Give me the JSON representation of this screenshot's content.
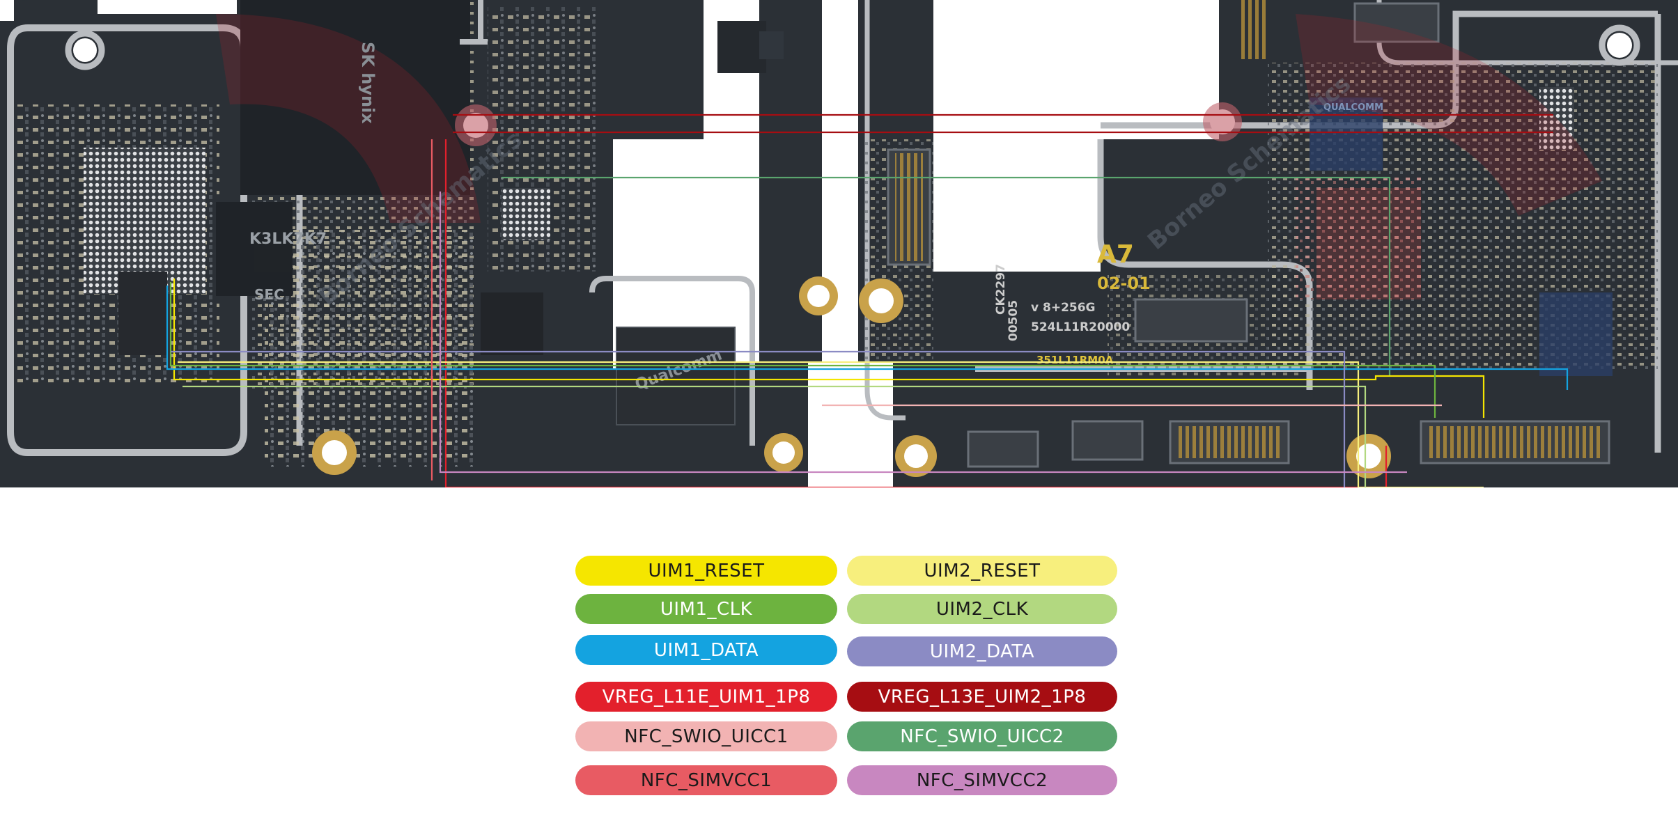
{
  "board": {
    "silkscreen": [
      {
        "text": "A7"
      },
      {
        "text": "02-01"
      },
      {
        "text": "351L11RM0A"
      },
      {
        "text": "524L11R20000"
      },
      {
        "text": "v 8+256G"
      },
      {
        "text": "CK2297"
      },
      {
        "text": "00505"
      },
      {
        "text": "K3LK7K7"
      },
      {
        "text": "SEC"
      },
      {
        "text": "SK hynix"
      },
      {
        "text": "Qualcomm"
      },
      {
        "text": "QUALCOMM"
      }
    ],
    "watermark": "Borneo Schematics",
    "colors": {
      "pcb": "#2b3036",
      "pcb_dark": "#1c2025",
      "metal": "#b9bcc0",
      "pad_gold": "#c9a24a",
      "component": "#3c4249",
      "watermark_red": "#b32028"
    }
  },
  "legend": [
    {
      "label": "UIM1_RESET",
      "bg": "#f5e600",
      "fg": "#1a1a1a"
    },
    {
      "label": "UIM2_RESET",
      "bg": "#f7ef7d",
      "fg": "#1a1a1a"
    },
    {
      "label": "UIM1_CLK",
      "bg": "#6db33f",
      "fg": "#ffffff"
    },
    {
      "label": "UIM2_CLK",
      "bg": "#b2d880",
      "fg": "#1a1a1a"
    },
    {
      "label": "UIM1_DATA",
      "bg": "#14a3e0",
      "fg": "#ffffff"
    },
    {
      "label": "UIM2_DATA",
      "bg": "#8b8bc4",
      "fg": "#ffffff"
    },
    {
      "label": "VREG_L11E_UIM1_1P8",
      "bg": "#e3202c",
      "fg": "#ffffff"
    },
    {
      "label": "VREG_L13E_UIM2_1P8",
      "bg": "#a60d12",
      "fg": "#ffffff"
    },
    {
      "label": "NFC_SWIO_UICC1",
      "bg": "#f2b3b3",
      "fg": "#1a1a1a"
    },
    {
      "label": "NFC_SWIO_UICC2",
      "bg": "#5aa46e",
      "fg": "#ffffff"
    },
    {
      "label": "NFC_SIMVCC1",
      "bg": "#e85b63",
      "fg": "#1a1a1a"
    },
    {
      "label": "NFC_SIMVCC2",
      "bg": "#c887c0",
      "fg": "#1a1a1a"
    }
  ]
}
